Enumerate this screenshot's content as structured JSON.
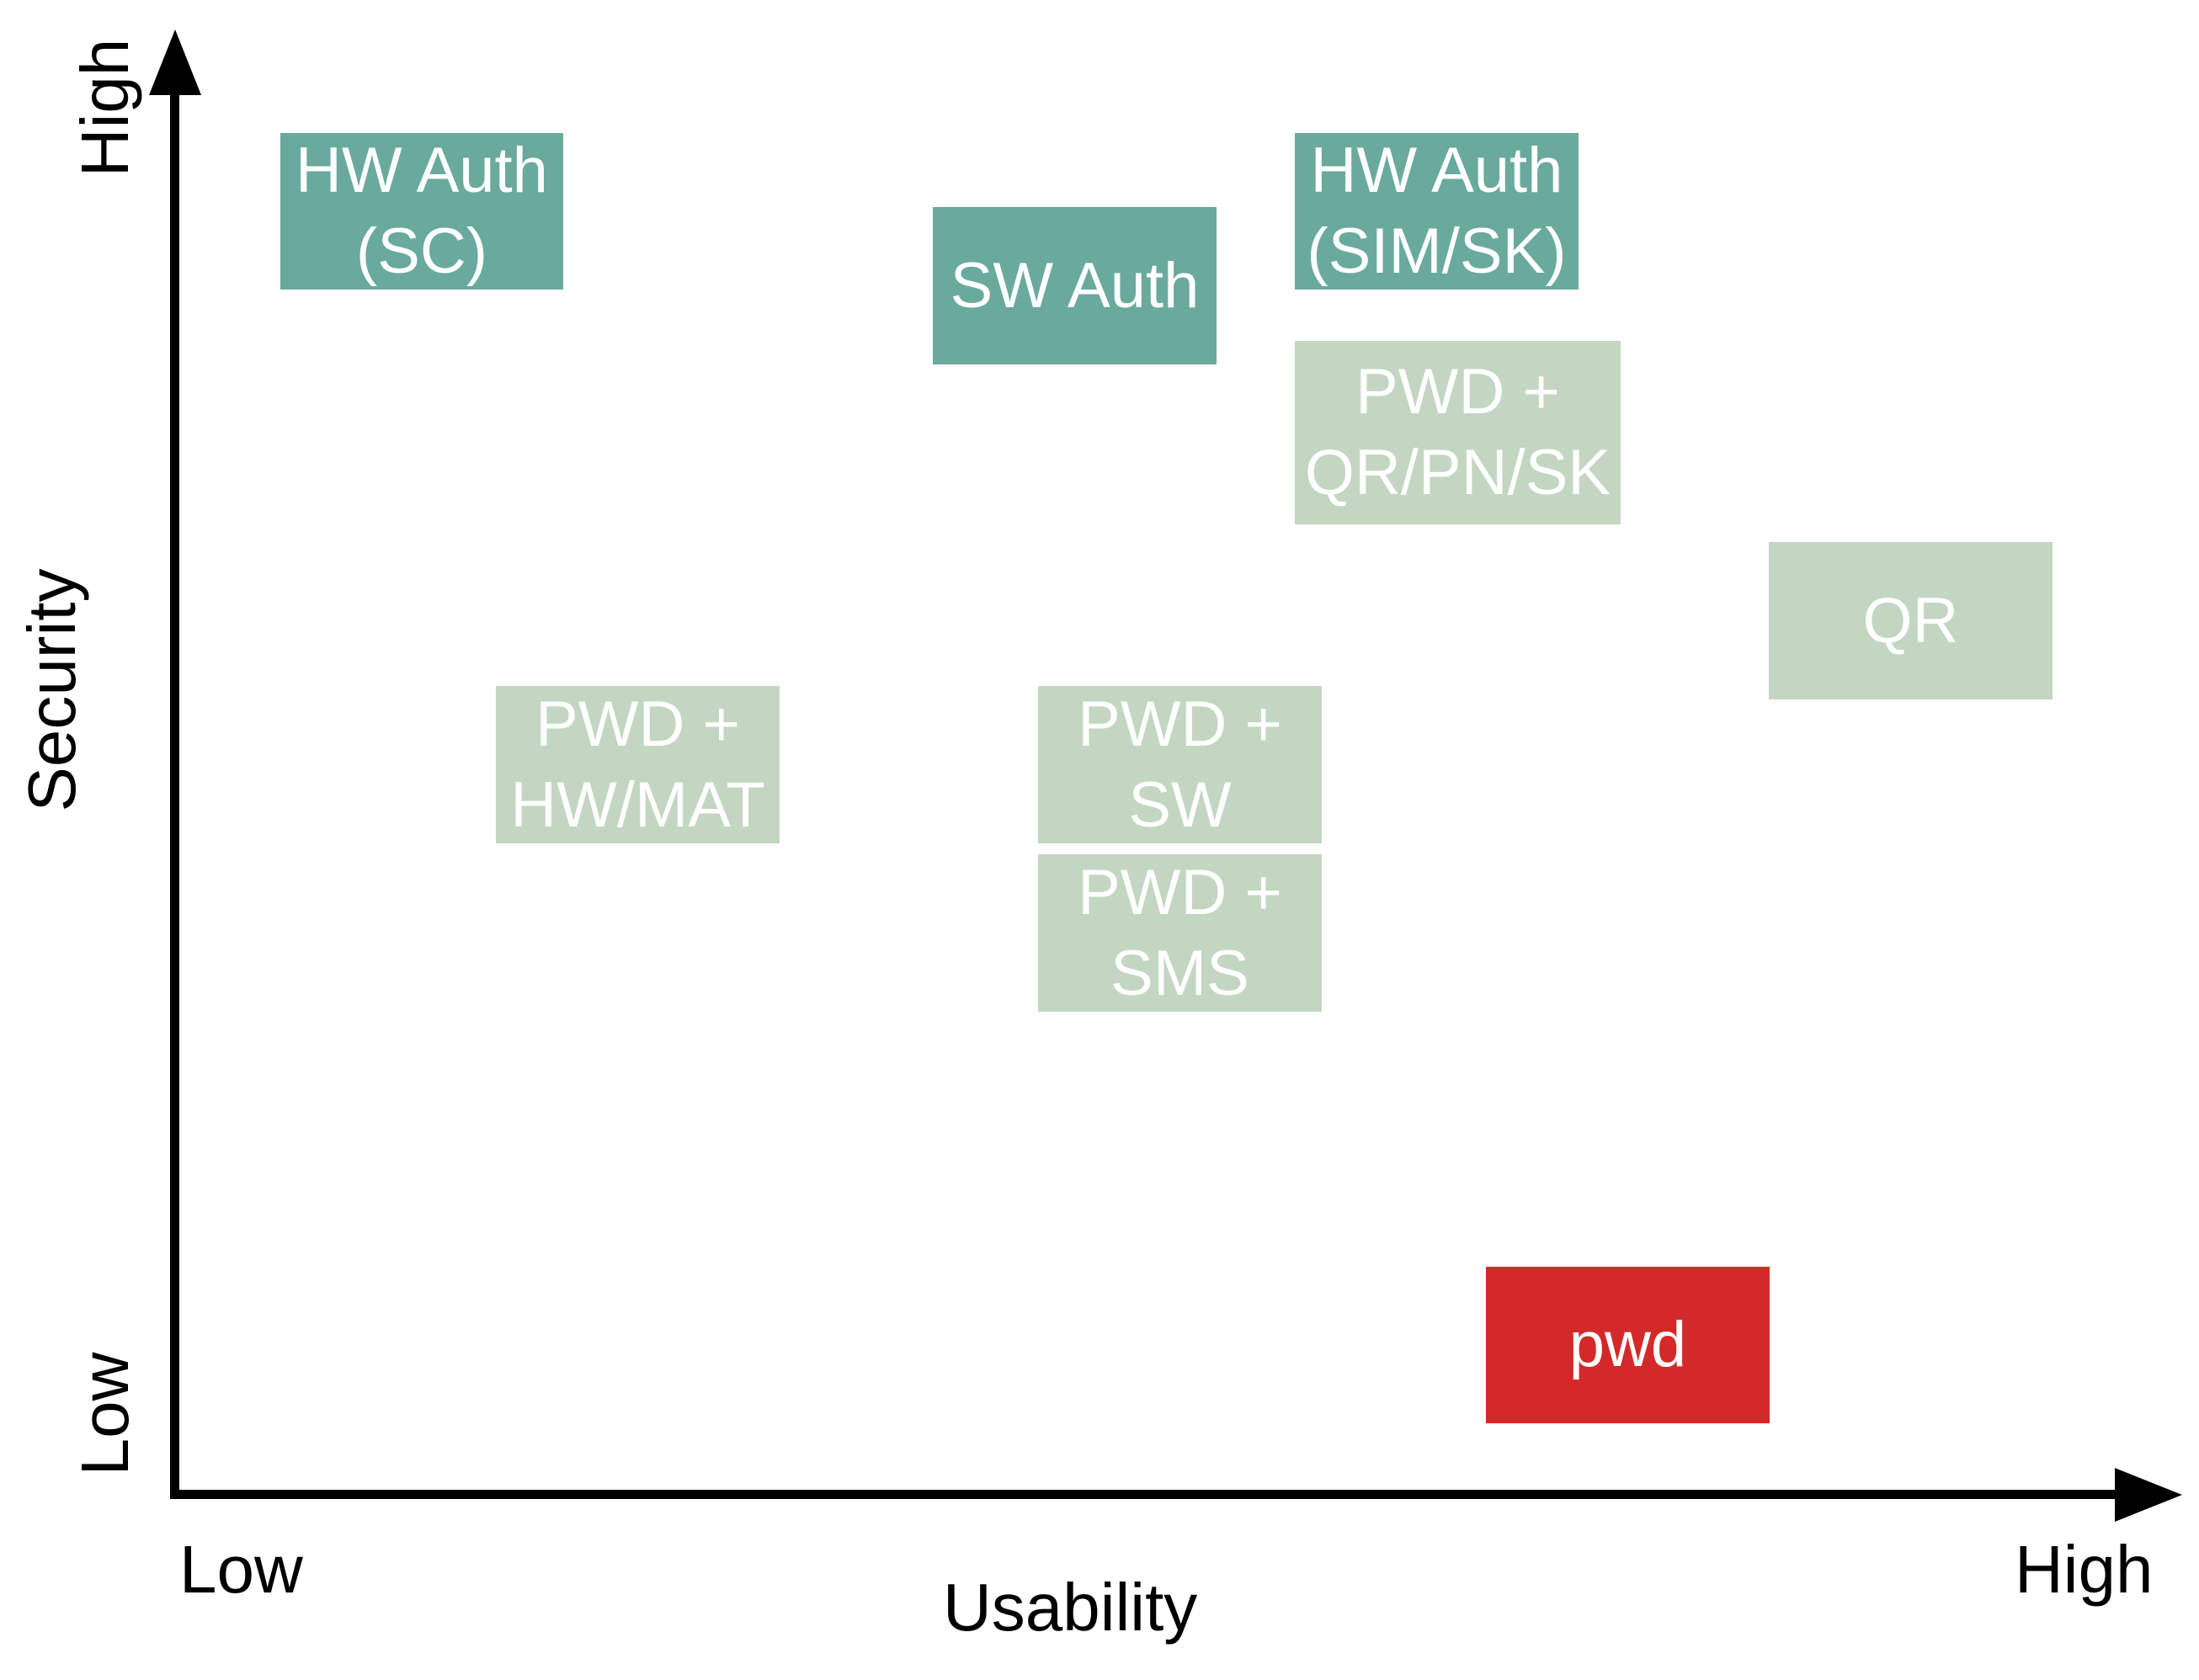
{
  "axes": {
    "y": {
      "title": "Security",
      "low": "Low",
      "high": "High"
    },
    "x": {
      "title": "Usability",
      "low": "Low",
      "high": "High"
    }
  },
  "colors": {
    "dark_box": "#69aa9d",
    "light_box": "#c3d6c2",
    "red_box": "#d42929",
    "axis": "#000000",
    "box_text": "#ffffff"
  },
  "boxes": {
    "hw_sc": {
      "line1": "HW Auth",
      "line2": "(SC)"
    },
    "sw_auth": {
      "line1": "SW Auth"
    },
    "hw_sim": {
      "line1": "HW Auth",
      "line2": "(SIM/SK)"
    },
    "pwd_qrpnsk": {
      "line1": "PWD +",
      "line2": "QR/PN/SK"
    },
    "qr": {
      "line1": "QR"
    },
    "pwd_hwmat": {
      "line1": "PWD +",
      "line2": "HW/MAT"
    },
    "pwd_sw": {
      "line1": "PWD +",
      "line2": "SW"
    },
    "pwd_sms": {
      "line1": "PWD +",
      "line2": "SMS"
    },
    "pwd": {
      "line1": "pwd"
    }
  }
}
